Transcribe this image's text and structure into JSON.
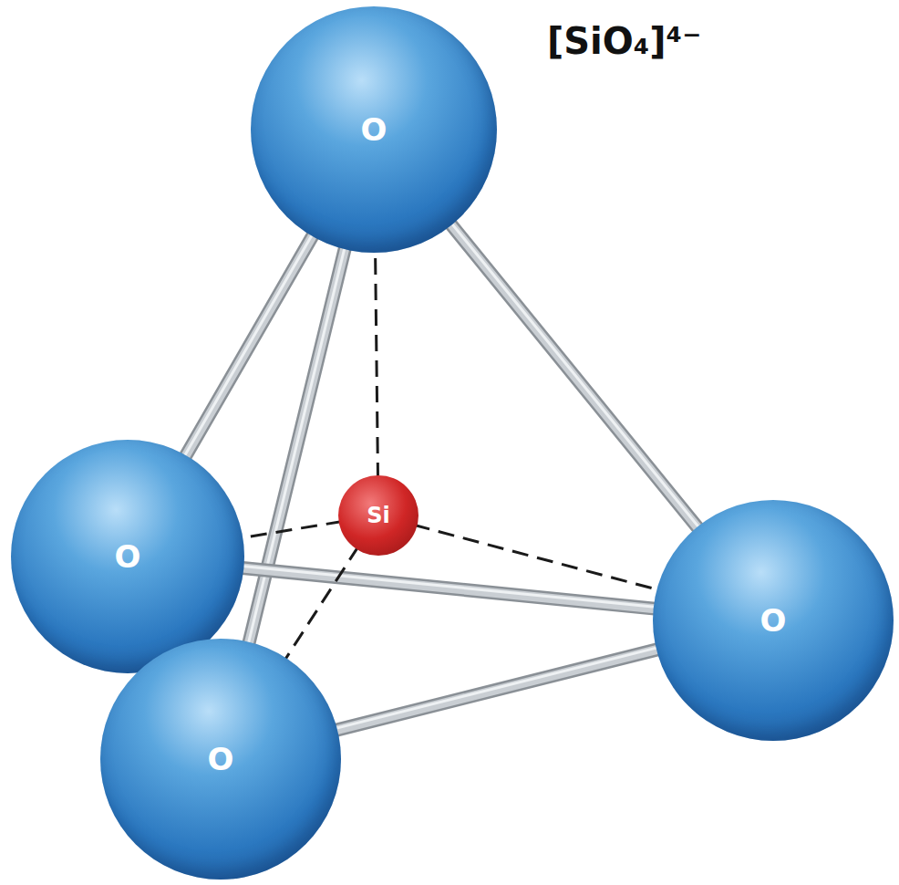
{
  "diagram": {
    "title": "[SiO₄]⁴⁻",
    "nodes": [
      {
        "text": [
          "O"
        ]
      },
      {
        "text": [
          "O"
        ]
      },
      {
        "text": [
          "Si"
        ]
      },
      {
        "text": [
          "O"
        ]
      },
      {
        "text": [
          "O"
        ]
      }
    ],
    "edges": [
      {
        "from": 0,
        "to": 1,
        "arrow": "none"
      },
      {
        "from": 0,
        "to": 4,
        "arrow": "none"
      },
      {
        "from": 0,
        "to": 3,
        "arrow": "none"
      },
      {
        "from": 1,
        "to": 3,
        "arrow": "none"
      },
      {
        "from": 1,
        "to": 4,
        "arrow": "none"
      },
      {
        "from": 4,
        "to": 3,
        "arrow": "none"
      },
      {
        "from": 2,
        "to": 0,
        "arrow": "none"
      },
      {
        "from": 2,
        "to": 1,
        "arrow": "none"
      },
      {
        "from": 2,
        "to": 3,
        "arrow": "none"
      },
      {
        "from": 2,
        "to": 4,
        "arrow": "none"
      }
    ]
  }
}
